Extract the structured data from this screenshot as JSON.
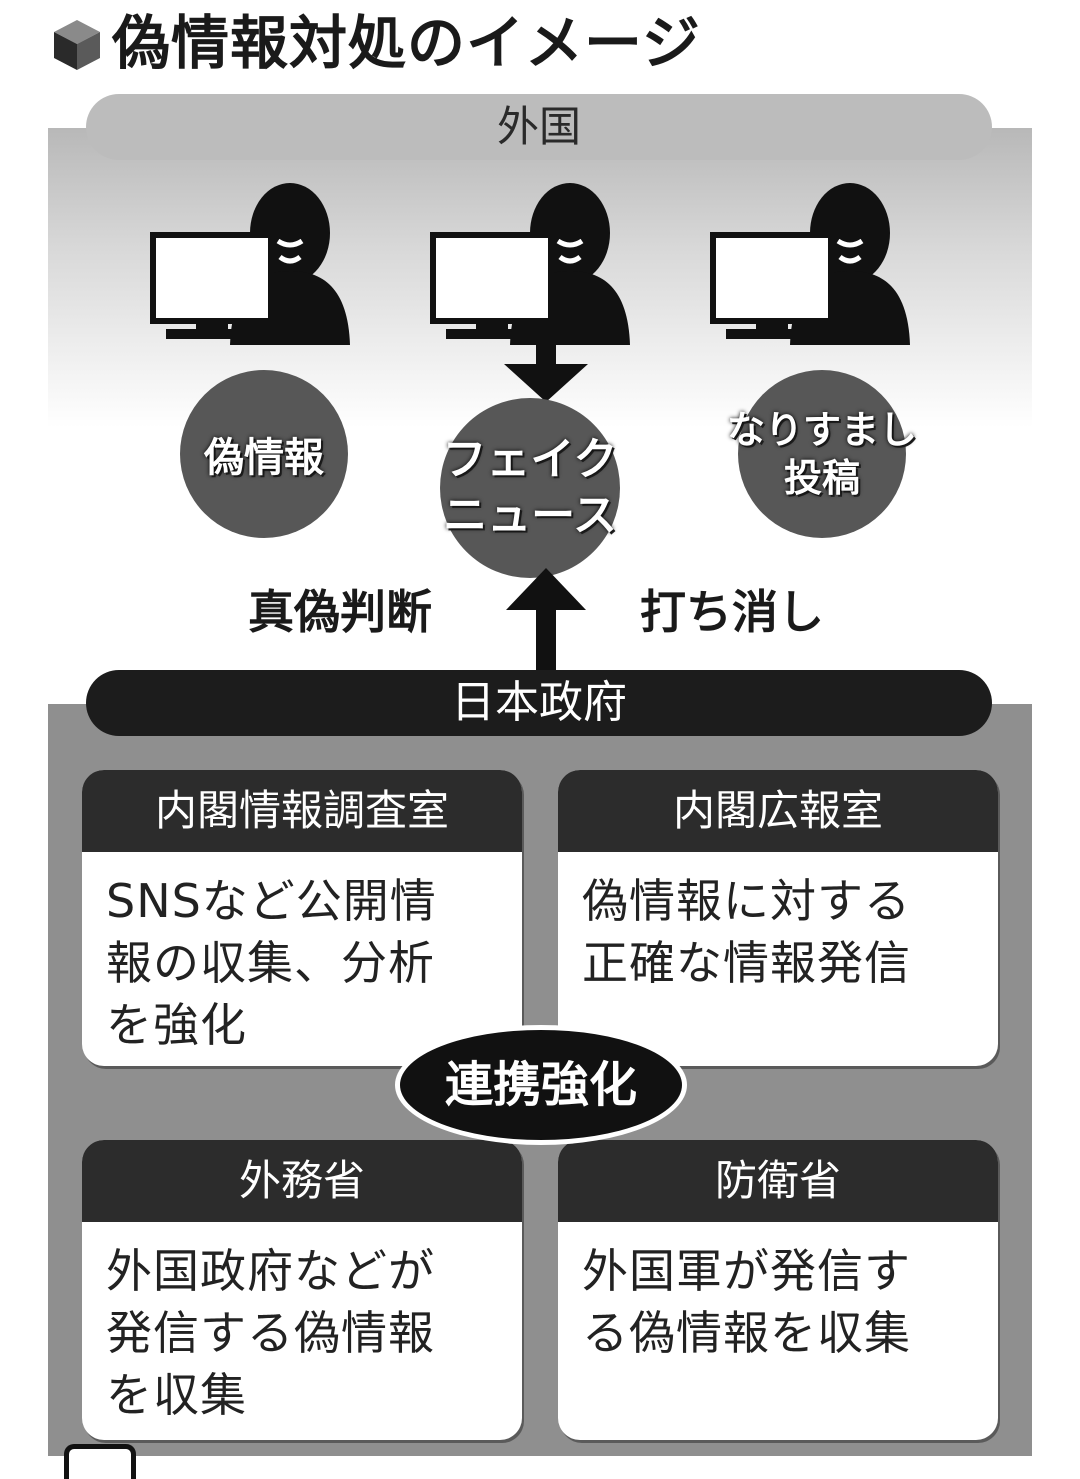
{
  "title": "偽情報対処のイメージ",
  "foreign": {
    "label": "外国",
    "circles": [
      {
        "lines": [
          "偽情報"
        ]
      },
      {
        "lines": [
          "フェイク",
          "ニュース"
        ]
      },
      {
        "lines": [
          "なりすまし",
          "投稿"
        ]
      }
    ]
  },
  "actions": {
    "left": "真偽判断",
    "right": "打ち消し"
  },
  "government": {
    "label": "日本政府",
    "link_label": "連携強化",
    "cards": [
      {
        "head": "内閣情報調査室",
        "lines": [
          "SNSなど公開情",
          "報の収集、分析",
          "を強化"
        ]
      },
      {
        "head": "内閣広報室",
        "lines": [
          "偽情報に対する",
          "正確な情報発信"
        ]
      },
      {
        "head": "外務省",
        "lines": [
          "外国政府などが",
          "発信する偽情報",
          "を収集"
        ]
      },
      {
        "head": "防衛省",
        "lines": [
          "外国軍が発信す",
          "る偽情報を収集"
        ]
      }
    ]
  },
  "colors": {
    "foreign_band": "#bcbcbc",
    "gov_region": "#8f8f8f",
    "gov_pill": "#1c1c1c",
    "card_head": "#2c2c2c",
    "circle": "#575757"
  },
  "icons": {
    "title": "cube-icon",
    "actor": "hacker-at-computer-icon"
  }
}
